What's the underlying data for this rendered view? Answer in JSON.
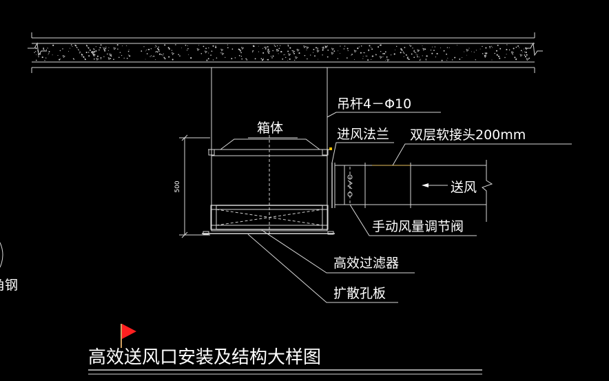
{
  "labels": {
    "box": "箱体",
    "rod": "吊杆4－Φ10",
    "inlet_flange": "进风法兰",
    "flex_joint": "双层软接头200mm",
    "supply_air": "送风",
    "damper": "手动风量调节阀",
    "hepa_filter": "高效过滤器",
    "diffuser": "扩散孔板",
    "dimension": "500",
    "edge_fragment": "角钢"
  },
  "title": "高效送风口安装及结构大样图",
  "colors": {
    "background": "#000000",
    "line": "#d9d9d9",
    "flag": "#ff2020",
    "flex_line": "#e8c060",
    "flange_marker": "#f0c000"
  }
}
